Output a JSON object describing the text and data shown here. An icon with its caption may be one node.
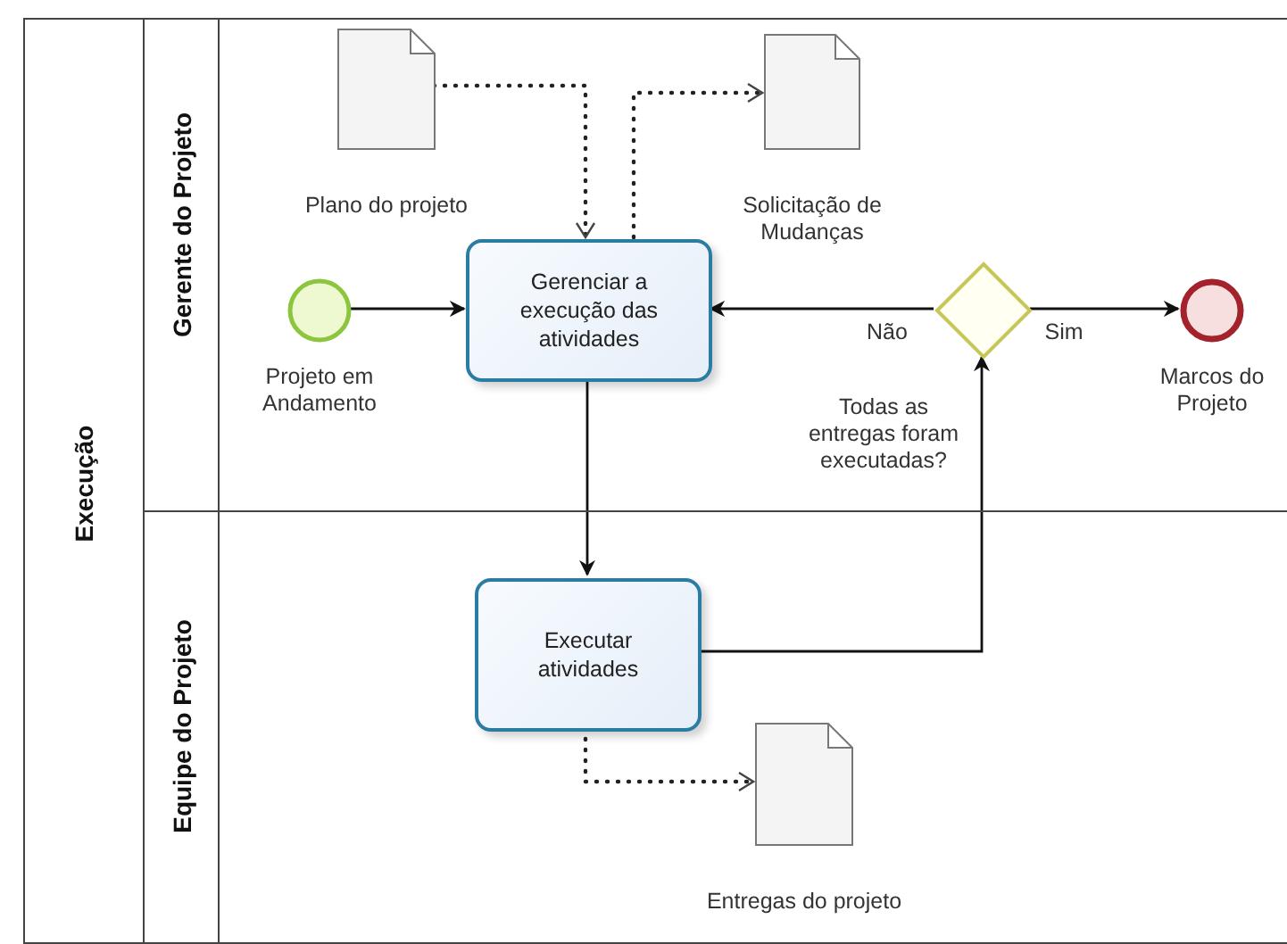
{
  "diagram": {
    "nodes": [
      {
        "text": [
          "Execução"
        ]
      },
      {
        "text": [
          "Gerente do Projeto"
        ],
        "in": 0
      },
      {
        "text": [
          "Equipe do Projeto"
        ],
        "in": 0
      },
      {
        "text": [
          "Plano do projeto"
        ],
        "in": 1
      },
      {
        "text": [
          "Solicitação de Mudanças"
        ],
        "in": 1
      },
      {
        "text": [
          "Projeto em Andamento"
        ],
        "in": 1
      },
      {
        "text": [
          "Gerenciar a execução das atividades"
        ],
        "in": 1
      },
      {
        "text": [
          "Todas as entregas foram executadas?"
        ],
        "in": 1
      },
      {
        "text": [
          "Marcos do Projeto"
        ],
        "in": 1
      },
      {
        "text": [
          "Executar atividades"
        ],
        "in": 2
      },
      {
        "text": [
          "Entregas do projeto"
        ],
        "in": 2
      }
    ],
    "edges": [
      {
        "from": 3,
        "to": 6,
        "arrow": "to",
        "style": "dashed"
      },
      {
        "from": 6,
        "to": 4,
        "arrow": "to",
        "style": "dashed"
      },
      {
        "from": 5,
        "to": 6,
        "arrow": "to"
      },
      {
        "from": 7,
        "to": 6,
        "arrow": "to",
        "label": "Não"
      },
      {
        "from": 7,
        "to": 8,
        "arrow": "to",
        "label": "Sim"
      },
      {
        "from": 6,
        "to": 9,
        "arrow": "to"
      },
      {
        "from": 9,
        "to": 7,
        "arrow": "to"
      },
      {
        "from": 9,
        "to": 10,
        "arrow": "to",
        "style": "dashed"
      }
    ]
  }
}
